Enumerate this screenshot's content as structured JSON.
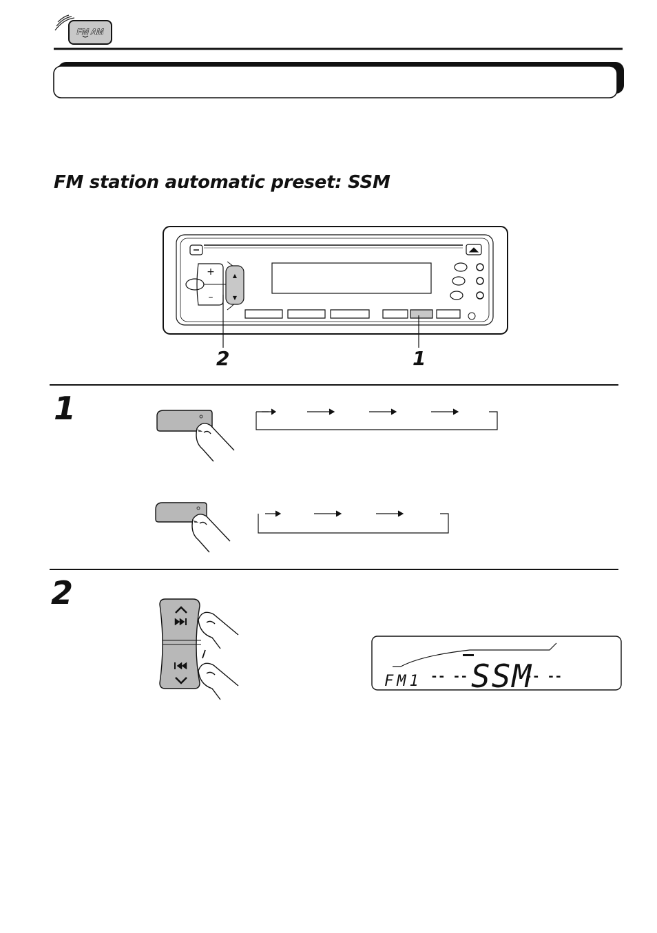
{
  "header": {
    "badge_label": "FM AM",
    "badge_icon": "radio-wave-icon"
  },
  "section": {
    "title": "FM station automatic preset: SSM"
  },
  "diagram": {
    "callouts": [
      "2",
      "1"
    ]
  },
  "steps": [
    {
      "number": "1"
    },
    {
      "number": "2"
    }
  ],
  "lcd": {
    "band": "FM1",
    "left_dashes": "-- --",
    "message": "SSM",
    "right_dashes": "-- --"
  },
  "colors": {
    "ink": "#111111",
    "button_gray": "#b8b8b8",
    "panel_gray": "#d9d9d9"
  }
}
